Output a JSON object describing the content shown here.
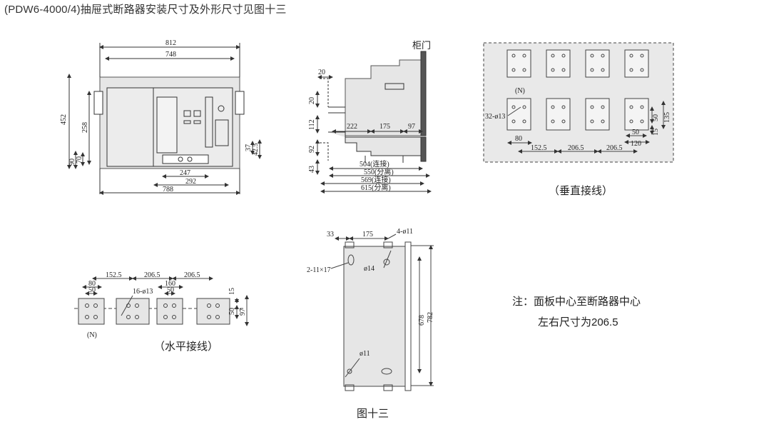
{
  "header": {
    "title": "(PDW6-4000/4)抽屉式断路器安装尺寸及外形尺寸见图十三"
  },
  "front_view": {
    "dims": {
      "w812": "812",
      "w748": "748",
      "h452": "452",
      "h258": "258",
      "h90": "90",
      "h70": "70",
      "h37": "37",
      "h42_5": "42.5",
      "w247": "247",
      "w292": "292",
      "w788": "788"
    }
  },
  "side_view": {
    "door_label": "柜门",
    "dims": {
      "t20a": "20",
      "t20b": "20",
      "t112": "112",
      "t92": "92",
      "t43": "43",
      "w222": "222",
      "w175": "175",
      "w97": "97",
      "w504": "504(连接)",
      "w550": "550(分离)",
      "w569": "569(连接)",
      "w615": "615(分离)"
    }
  },
  "vertical_wiring": {
    "caption": "（垂直接线）",
    "n_label": "(N)",
    "dims": {
      "hole": "32-ø13",
      "w80": "80",
      "w152_5": "152.5",
      "w206_5a": "206.5",
      "w206_5b": "206.5",
      "w50": "50",
      "w120": "120",
      "h50": "50",
      "h15": "15",
      "h135": "135"
    }
  },
  "horizontal_wiring": {
    "caption": "（水平接线）",
    "n_label": "(N)",
    "dims": {
      "w152_5": "152.5",
      "w206_5a": "206.5",
      "w206_5b": "206.5",
      "w80": "80",
      "w50a": "50",
      "w160": "160",
      "w50b": "50",
      "hole": "16-ø13",
      "h15": "15",
      "h50": "50",
      "h97": "97"
    }
  },
  "mount_view": {
    "caption": "图十三",
    "dims": {
      "w33": "33",
      "w175": "175",
      "holes4": "4-ø11",
      "slot": "2-11×17",
      "d14": "ø14",
      "d11": "ø11",
      "h678": "678",
      "h782": "782"
    }
  },
  "note": {
    "line1": "注：面板中心至断路器中心",
    "line2": "左右尺寸为206.5"
  }
}
